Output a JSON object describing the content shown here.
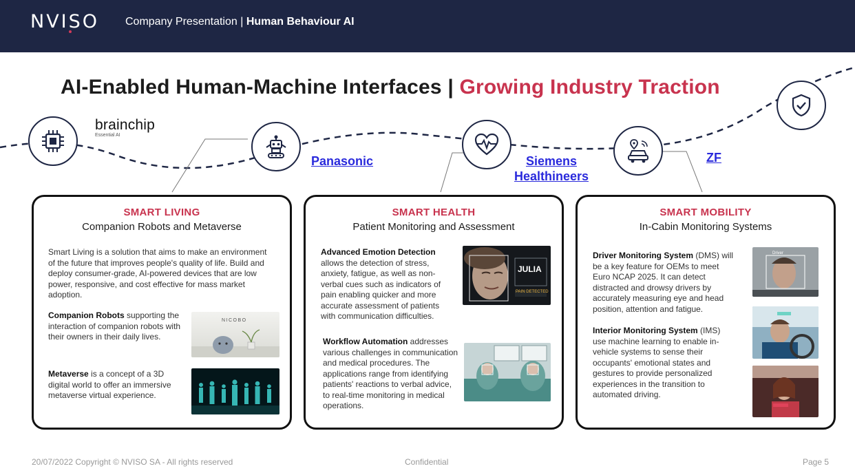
{
  "header": {
    "logo": "NVISO",
    "subtitle_prefix": "Company Presentation | ",
    "subtitle_bold": "Human Behaviour AI"
  },
  "title": {
    "main": "AI-Enabled Human-Machine Interfaces | ",
    "accent": "Growing Industry Traction"
  },
  "icons": [
    "chip-icon",
    "robot-icon",
    "heart-pulse-icon",
    "car-sensor-icon",
    "shield-check-icon"
  ],
  "partners": {
    "brainchip_name": "brainchip",
    "brainchip_tagline": "Essential AI",
    "panasonic": "Panasonic",
    "siemens_line1": "Siemens",
    "siemens_line2": "Healthineers",
    "zf": "ZF"
  },
  "cards": {
    "living": {
      "title": "SMART LIVING",
      "subtitle": "Companion Robots and Metaverse",
      "intro": "Smart Living is a solution that aims to make an environment of the future that improves people's quality of life. Build and deploy consumer-grade, AI-powered devices that are low power, responsive, and cost effective for mass market adoption.",
      "robots_bold": "Companion Robots",
      "robots_text": " supporting the interaction of companion robots with their owners in their daily lives.",
      "robot_photo_text": "NICOBO",
      "metaverse_bold": "Metaverse",
      "metaverse_text": " is a concept of a 3D digital world to offer an immersive metaverse virtual experience."
    },
    "health": {
      "title": "SMART HEALTH",
      "subtitle": "Patient Monitoring and Assessment",
      "emotion_bold": "Advanced Emotion Detection",
      "emotion_text": " allows the detection of stress, anxiety, fatigue, as well as non-verbal cues such as indicators of pain enabling quicker and more accurate assessment of patients with communication difficulties.",
      "photo_name": "JULIA",
      "photo_tag": "PAIN DETECTED",
      "workflow_bold": "Workflow Automation",
      "workflow_text": " addresses various challenges in communication and medical procedures. The applications range from identifying patients' reactions to verbal advice, to real-time monitoring in medical operations."
    },
    "mobility": {
      "title": "SMART MOBILITY",
      "subtitle": "In-Cabin Monitoring Systems",
      "dms_bold": "Driver Monitoring System",
      "dms_text": " (DMS) will be a key feature for OEMs to meet Euro NCAP 2025. It can detect distracted and drowsy drivers by accurately measuring eye and head position, attention and fatigue.",
      "dms_photo_label": "Driver",
      "ims_bold": "Interior Monitoring System",
      "ims_text": " (IMS) use machine learning to enable in-vehicle systems to sense their occupants' emotional states and gestures to provide personalized experiences in the transition to automated driving."
    }
  },
  "footer": {
    "left": "20/07/2022  Copyright © NVISO SA - All rights reserved",
    "center": "Confidential",
    "right": "Page 5"
  },
  "colors": {
    "navy": "#1e2644",
    "accent_red": "#c8334e",
    "link_blue": "#2a2adc",
    "footer_grey": "#999999"
  }
}
